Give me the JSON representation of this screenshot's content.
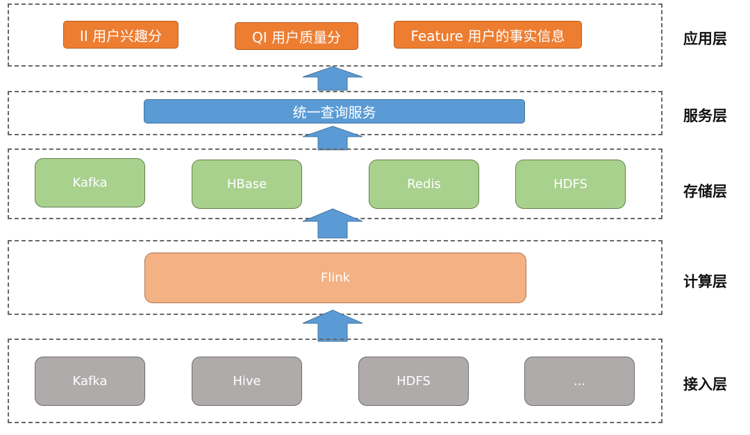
{
  "colors": {
    "app_box": "#ED7D31",
    "service_box": "#5B9BD5",
    "storage_box": "#A9D18E",
    "compute_box": "#F4B183",
    "access_box": "#AFABAB",
    "arrow": "#5B9BD5",
    "dashed_border": "#666666"
  },
  "layers": {
    "application": {
      "label": "应用层",
      "items": [
        "II 用户兴趣分",
        "QI 用户质量分",
        "Feature 用户的事实信息"
      ]
    },
    "service": {
      "label": "服务层",
      "items": [
        "统一查询服务"
      ]
    },
    "storage": {
      "label": "存储层",
      "items": [
        "Kafka",
        "HBase",
        "Redis",
        "HDFS"
      ]
    },
    "compute": {
      "label": "计算层",
      "items": [
        "Flink"
      ]
    },
    "access": {
      "label": "接入层",
      "items": [
        "Kafka",
        "Hive",
        "HDFS",
        "..."
      ]
    }
  }
}
